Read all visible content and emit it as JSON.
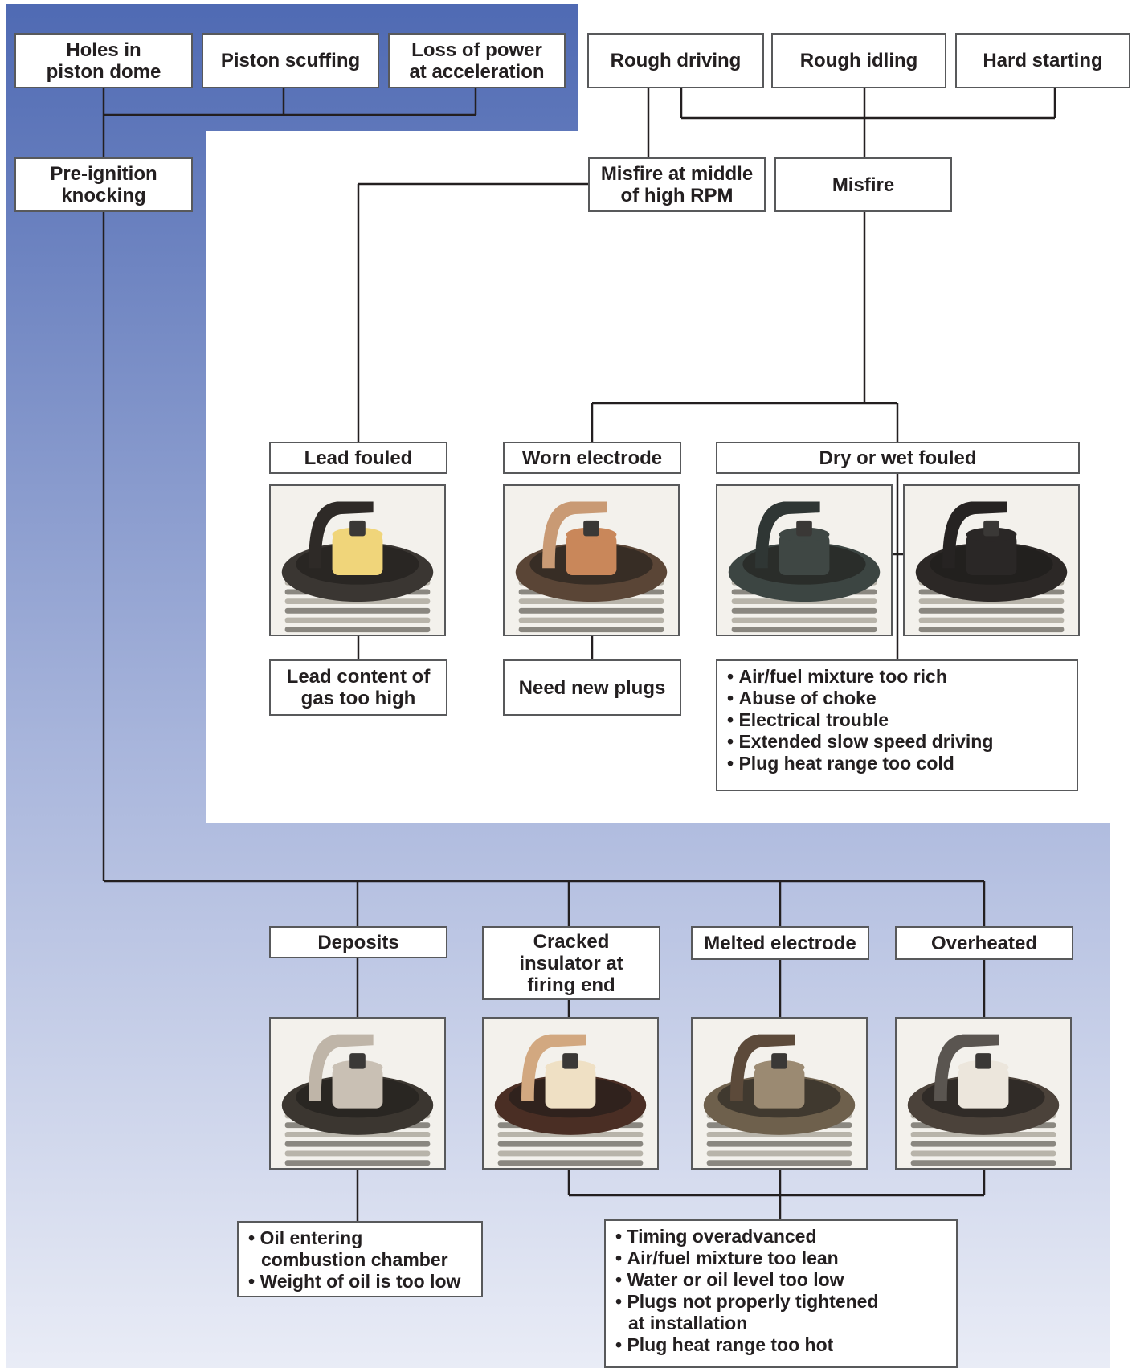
{
  "colors": {
    "band_top": "#4f6ab3",
    "band_bottom": "#e9ecf6",
    "line": "#231f20",
    "box_border": "#58595b"
  },
  "symptoms_left": [
    "Holes in\npiston dome",
    "Piston scuffing",
    "Loss of power\nat acceleration"
  ],
  "symptoms_right": [
    "Rough driving",
    "Rough idling",
    "Hard starting"
  ],
  "pre_ignition": "Pre-ignition\nknocking",
  "misfire_high_rpm": "Misfire at middle\nof high RPM",
  "misfire": "Misfire",
  "conditions_top": {
    "lead_fouled": "Lead fouled",
    "worn_electrode": "Worn electrode",
    "dry_wet_fouled": "Dry or wet fouled"
  },
  "causes_top": {
    "lead": "Lead content of\ngas too high",
    "worn": "Need new plugs",
    "fouled": [
      "Air/fuel mixture too rich",
      "Abuse of choke",
      "Electrical trouble",
      "Extended slow speed driving",
      "Plug heat range too cold"
    ]
  },
  "conditions_bottom": {
    "deposits": "Deposits",
    "cracked": "Cracked\ninsulator at\nfiring end",
    "melted": "Melted electrode",
    "overheated": "Overheated"
  },
  "causes_bottom": {
    "deposits": [
      "Oil entering\ncombustion chamber",
      "Weight of oil is too low"
    ],
    "heat": [
      "Timing overadvanced",
      "Air/fuel mixture too lean",
      "Water or oil level too low",
      "Plugs not properly tightened\nat installation",
      "Plug heat range too hot"
    ]
  },
  "photos": [
    {
      "name": "lead-fouled-plug-photo",
      "insulator": "#f0d57a",
      "shell": "#3a3632",
      "electrode": "#2e2a27"
    },
    {
      "name": "worn-electrode-plug-photo",
      "insulator": "#c9875a",
      "shell": "#5a4536",
      "electrode": "#c99a74"
    },
    {
      "name": "dry-fouled-plug-photo",
      "insulator": "#3f4744",
      "shell": "#3c4542",
      "electrode": "#2f3634"
    },
    {
      "name": "wet-fouled-plug-photo",
      "insulator": "#2a2726",
      "shell": "#2c2826",
      "electrode": "#262322"
    },
    {
      "name": "deposits-plug-photo",
      "insulator": "#c9c0b4",
      "shell": "#3b3630",
      "electrode": "#bfb5a8"
    },
    {
      "name": "cracked-insulator-plug-photo",
      "insulator": "#efe0c4",
      "shell": "#4a2e24",
      "electrode": "#d2a880"
    },
    {
      "name": "melted-electrode-plug-photo",
      "insulator": "#9b8a72",
      "shell": "#6e604c",
      "electrode": "#5c4a3a"
    },
    {
      "name": "overheated-plug-photo",
      "insulator": "#ece6dc",
      "shell": "#4b423a",
      "electrode": "#5a5550"
    }
  ]
}
